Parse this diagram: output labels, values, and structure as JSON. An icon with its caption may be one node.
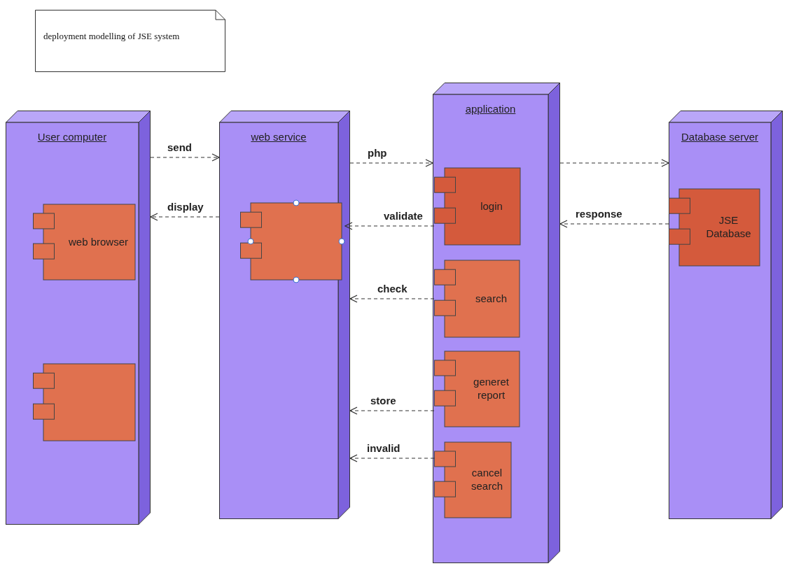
{
  "diagram": {
    "nodes": [
      {
        "text": [
          "deployment modelling of JSE system"
        ]
      },
      {
        "text": [
          "User computer"
        ]
      },
      {
        "text": [
          "web browser"
        ],
        "in": 1
      },
      {
        "text": [],
        "shape": "box",
        "in": 1
      },
      {
        "text": [
          "web service"
        ]
      },
      {
        "text": [],
        "shape": "box",
        "in": 4
      },
      {
        "text": [
          "application"
        ]
      },
      {
        "text": [
          "login"
        ],
        "in": 6
      },
      {
        "text": [
          "search"
        ],
        "in": 6
      },
      {
        "text": [
          "generet report"
        ],
        "in": 6
      },
      {
        "text": [
          "cancel search"
        ],
        "in": 6
      },
      {
        "text": [
          "Database server"
        ]
      },
      {
        "text": [
          "JSE Database"
        ],
        "in": 11
      }
    ],
    "edges": [
      {
        "from": 1,
        "to": 4,
        "arrow": "to",
        "label": "send",
        "style": "dashed"
      },
      {
        "from": 4,
        "to": 1,
        "arrow": "to",
        "label": "display",
        "style": "dashed"
      },
      {
        "from": 4,
        "to": 6,
        "arrow": "to",
        "label": "php",
        "style": "dashed"
      },
      {
        "from": 7,
        "to": 5,
        "arrow": "to",
        "label": "validate",
        "style": "dashed"
      },
      {
        "from": 8,
        "to": 4,
        "arrow": "to",
        "label": "check",
        "style": "dashed"
      },
      {
        "from": 9,
        "to": 4,
        "arrow": "to",
        "label": "store",
        "style": "dashed"
      },
      {
        "from": 10,
        "to": 4,
        "arrow": "to",
        "label": "invalid",
        "style": "dashed"
      },
      {
        "from": 6,
        "to": 11,
        "arrow": "to",
        "style": "dashed"
      },
      {
        "from": 11,
        "to": 6,
        "arrow": "to",
        "label": "response",
        "style": "dashed"
      }
    ]
  }
}
